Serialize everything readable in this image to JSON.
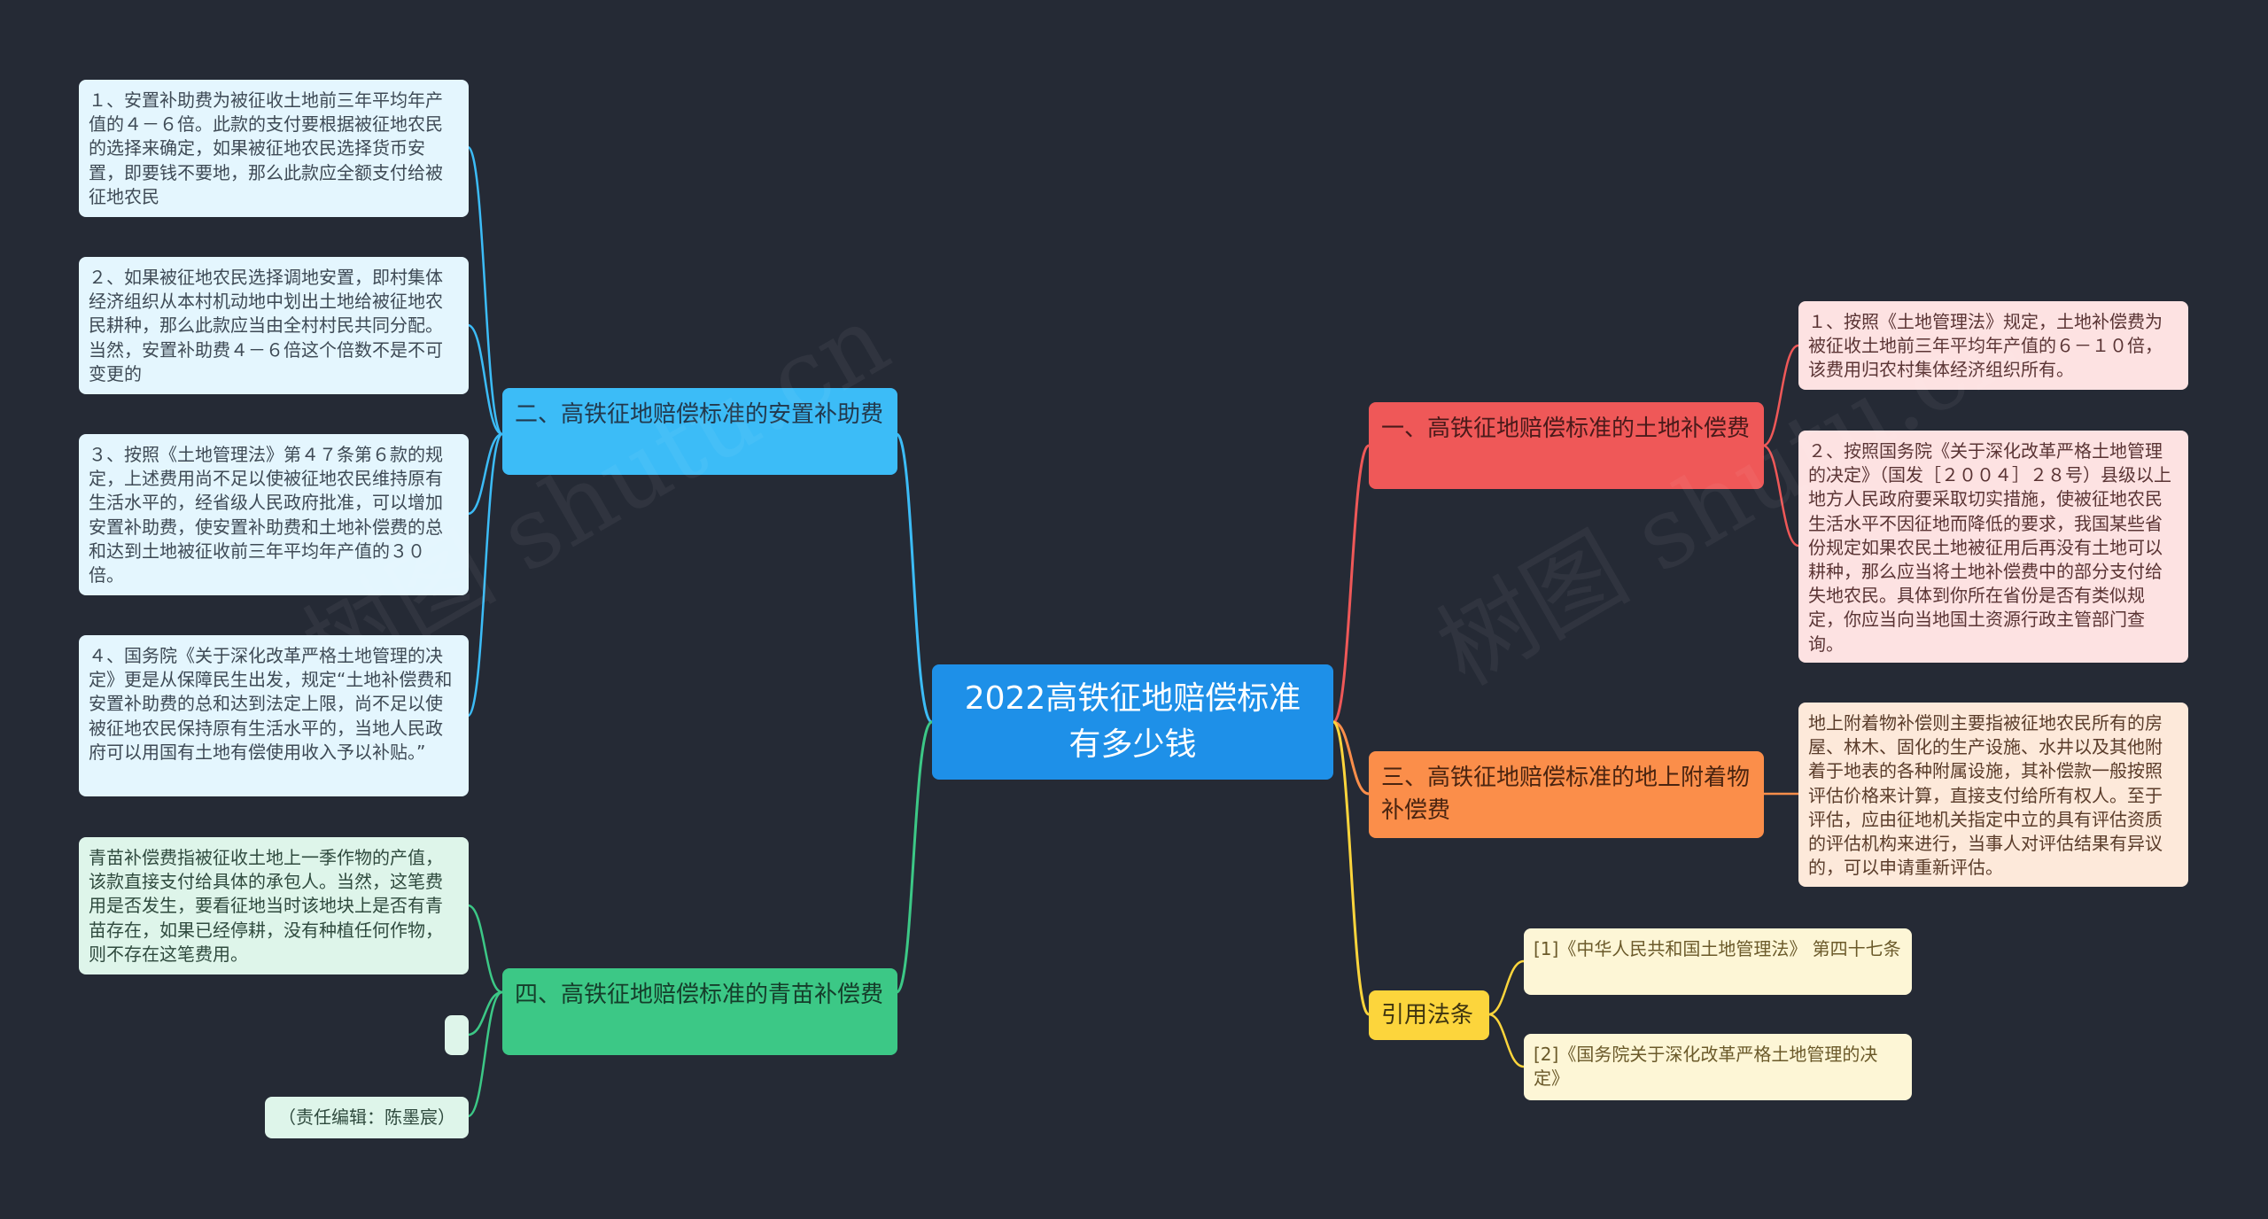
{
  "center": {
    "title": "2022高铁征地赔偿标准有多少钱"
  },
  "branches": {
    "b2": {
      "title": "二、高铁征地赔偿标准的安置补助费",
      "color": "#3cbcf7",
      "leaves": [
        "１、安置补助费为被征收土地前三年平均年产值的４－６倍。此款的支付要根据被征地农民的选择来确定，如果被征地农民选择货币安置，即要钱不要地，那么此款应全额支付给被征地农民",
        "２、如果被征地农民选择调地安置，即村集体经济组织从本村机动地中划出土地给被征地农民耕种，那么此款应当由全村村民共同分配。当然，安置补助费４－６倍这个倍数不是不可变更的",
        "３、按照《土地管理法》第４７条第６款的规定，上述费用尚不足以使被征地农民维持原有生活水平的，经省级人民政府批准，可以增加安置补助费，使安置补助费和土地补偿费的总和达到土地被征收前三年平均年产值的３０倍。",
        "４、国务院《关于深化改革严格土地管理的决定》更是从保障民生出发，规定“土地补偿费和安置补助费的总和达到法定上限，尚不足以使被征地农民保持原有生活水平的，当地人民政府可以用国有土地有偿使用收入予以补贴。”"
      ]
    },
    "b4": {
      "title": "四、高铁征地赔偿标准的青苗补偿费",
      "color": "#3cc886",
      "leaves": [
        "青苗补偿费指被征收土地上一季作物的产值，该款直接支付给具体的承包人。当然，这笔费用是否发生，要看征地当时该地块上是否有青苗存在，如果已经停耕，没有种植任何作物，则不存在这笔费用。",
        "",
        "（责任编辑：陈墨宸）"
      ]
    },
    "b1": {
      "title": "一、高铁征地赔偿标准的土地补偿费",
      "color": "#ef5858",
      "leaves": [
        "１、按照《土地管理法》规定，土地补偿费为被征收土地前三年平均年产值的６－１０倍，该费用归农村集体经济组织所有。",
        "２、按照国务院《关于深化改革严格土地管理的决定》（国发［２００４］２８号）县级以上地方人民政府要采取切实措施，使被征地农民生活水平不因征地而降低的要求，我国某些省份规定如果农民土地被征用后再没有土地可以耕种，那么应当将土地补偿费中的部分支付给失地农民。具体到你所在省份是否有类似规定，你应当向当地国土资源行政主管部门查询。"
      ]
    },
    "b3": {
      "title": "三、高铁征地赔偿标准的地上附着物补偿费",
      "color": "#fb8e4a",
      "leaves": [
        "地上附着物补偿则主要指被征地农民所有的房屋、林木、固化的生产设施、水井以及其他附着于地表的各种附属设施，其补偿款一般按照评估价格来计算，直接支付给所有权人。至于评估，应由征地机关指定中立的具有评估资质的评估机构来进行，当事人对评估结果有异议的，可以申请重新评估。"
      ]
    },
    "law": {
      "title": "引用法条",
      "color": "#fcd53c",
      "leaves": [
        "[1]《中华人民共和国土地管理法》 第四十七条",
        "[2]《国务院关于深化改革严格土地管理的决定》"
      ]
    }
  },
  "watermark": "树图 shutu.cn"
}
